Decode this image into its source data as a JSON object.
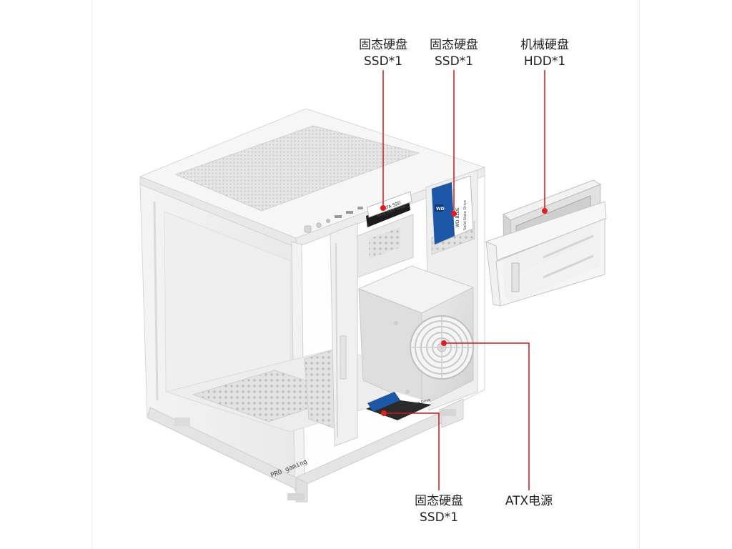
{
  "callouts": {
    "ssd_top_left": {
      "line1": "固态硬盘",
      "line2": "SSD*1"
    },
    "ssd_top_right": {
      "line1": "固态硬盘",
      "line2": "SSD*1"
    },
    "hdd": {
      "line1": "机械硬盘",
      "line2": "HDD*1"
    },
    "ssd_bottom": {
      "line1": "固态硬盘",
      "line2": "SSD*1"
    },
    "psu": {
      "line1": "ATX电源"
    }
  },
  "case": {
    "brand_mark": "PRO gaming"
  },
  "drive_stickers": {
    "ssd_top_left": {
      "title": "SATA SSD",
      "subtitle": "Solid State Drive"
    },
    "ssd_top_right": {
      "brand": "WD",
      "title": "WD BLUE",
      "subtitle": "Solid State Drive"
    },
    "ssd_bottom": {
      "subtitle": "Solid State Drive"
    }
  },
  "colors": {
    "callout_line": "#cc1a1a",
    "callout_dot": "#e01f1f",
    "ssd_blue": "#1d57a8",
    "case_white": "#f3f3f3"
  }
}
